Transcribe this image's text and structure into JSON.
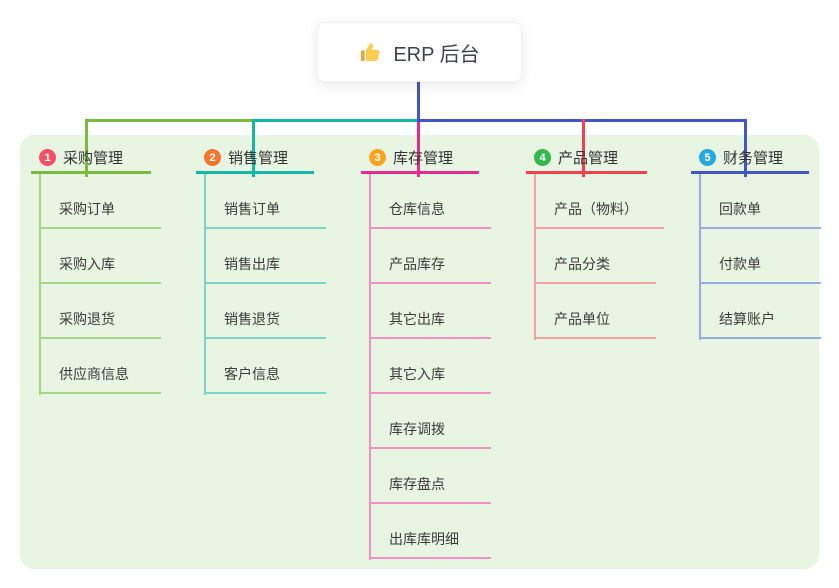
{
  "root": {
    "label": "ERP 后台",
    "icon": "thumbs-up-icon",
    "stem_color": "#4355c8"
  },
  "rail": {
    "left_color": "#7cb93f",
    "middle_color": "#12b7a8",
    "right_color": "#4355c8"
  },
  "panel": {
    "background": "#e8f5e3"
  },
  "branches": [
    {
      "badge": "1",
      "label": "采购管理",
      "badge_color": "#f25268",
      "line_color": "#7cb93f",
      "child_line_color": "#a9d486",
      "children": [
        "采购订单",
        "采购入库",
        "采购退货",
        "供应商信息"
      ]
    },
    {
      "badge": "2",
      "label": "销售管理",
      "badge_color": "#f5762f",
      "line_color": "#12b7a8",
      "child_line_color": "#7ed3c9",
      "children": [
        "销售订单",
        "销售出库",
        "销售退货",
        "客户信息"
      ]
    },
    {
      "badge": "3",
      "label": "库存管理",
      "badge_color": "#f9a51f",
      "line_color": "#e52b8b",
      "child_line_color": "#f291c5",
      "children": [
        "仓库信息",
        "产品库存",
        "其它出库",
        "其它入库",
        "库存调拨",
        "库存盘点",
        "出库库明细"
      ]
    },
    {
      "badge": "4",
      "label": "产品管理",
      "badge_color": "#33b94f",
      "line_color": "#f4414f",
      "child_line_color": "#f79fa3",
      "children": [
        "产品（物料）",
        "产品分类",
        "产品单位"
      ]
    },
    {
      "badge": "5",
      "label": "财务管理",
      "badge_color": "#27a9dd",
      "line_color": "#4355c8",
      "child_line_color": "#9aabe2",
      "children": [
        "回款单",
        "付款单",
        "结算账户"
      ]
    }
  ]
}
